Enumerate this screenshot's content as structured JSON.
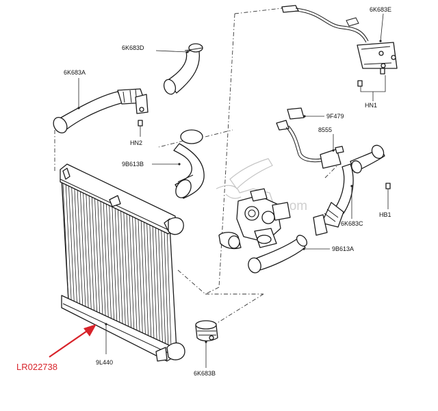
{
  "callouts": {
    "p_6k683e": "6K683E",
    "p_6k683d": "6K683D",
    "p_6k683a": "6K683A",
    "p_hn1": "HN1",
    "p_hn2": "HN2",
    "p_9f479": "9F479",
    "p_8555": "8555",
    "p_9b613b": "9B613B",
    "p_hb1": "HB1",
    "p_6k683c": "6K683C",
    "p_9b613a": "9B613A",
    "p_9l440": "9L440",
    "p_6k683b": "6K683B"
  },
  "part_number": "LR022738",
  "watermark": "ylparts.com",
  "colors": {
    "accent": "#d8232a",
    "line": "#1a1a1a",
    "watermark": "#cfcfcf"
  }
}
